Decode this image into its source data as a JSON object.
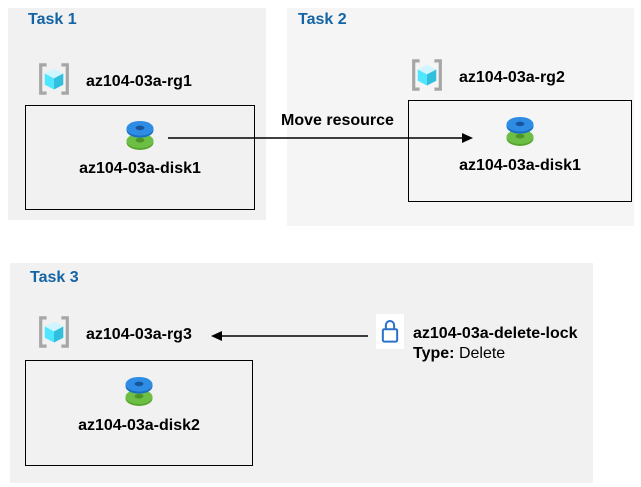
{
  "tasks": [
    {
      "title": "Task 1",
      "resource_group": "az104-03a-rg1",
      "resources": [
        "az104-03a-disk1"
      ]
    },
    {
      "title": "Task 2",
      "resource_group": "az104-03a-rg2",
      "resources": [
        "az104-03a-disk1"
      ]
    },
    {
      "title": "Task 3",
      "resource_group": "az104-03a-rg3",
      "resources": [
        "az104-03a-disk2"
      ]
    }
  ],
  "move_label": "Move resource",
  "lock": {
    "name": "az104-03a-delete-lock",
    "type_label": "Type:",
    "type_value": "Delete"
  },
  "icons": {
    "resource_group": "brackets-cube",
    "disk": "stacked-disks",
    "lock": "padlock"
  },
  "colors": {
    "panel_bg": "#f1f1f1",
    "panel_bg_light": "#f5f5f5",
    "title_blue": "#1464a5",
    "text_black": "#000000",
    "arrow_black": "#000000",
    "bracket_gray": "#a6a6a6",
    "cube_top": "#cff5ff",
    "cube_left": "#50e6ff",
    "cube_right": "#32bedd",
    "disk_blue": "#2e8ce4",
    "disk_blue_dark": "#1a6fc4",
    "disk_green": "#6dbe45",
    "disk_green_dark": "#57a52c",
    "lock_blue": "#2e71c8"
  }
}
